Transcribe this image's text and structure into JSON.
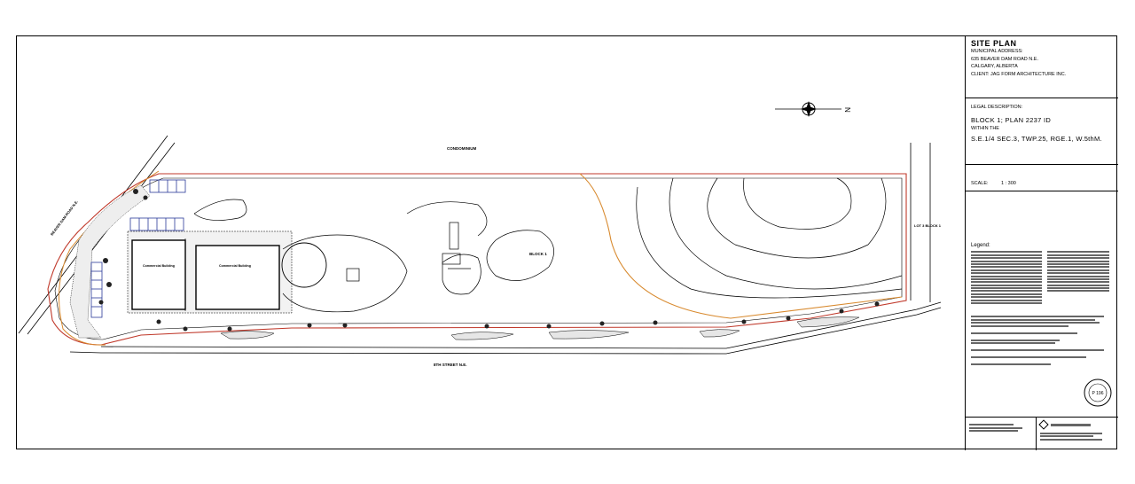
{
  "title_block": {
    "title": "SITE PLAN",
    "address_label": "MUNICIPAL ADDRESS:",
    "address_line1": "635 BEAVER DAM ROAD N.E.",
    "address_line2": "CALGARY, ALBERTA",
    "client": "CLIENT: JAG FORM ARCHITECTURE INC.",
    "legal_label": "LEGAL DESCRIPTION:",
    "legal_line1": "BLOCK 1; PLAN 2237 ID",
    "legal_line2": "WITHIN THE",
    "legal_line3": "S.E.1/4 SEC.3, TWP.25, RGE.1, W.5thM.",
    "scale_label": "SCALE:",
    "scale_value": "1 : 300",
    "legend_label": "Legend:",
    "seal_text": "P 196"
  },
  "drawing": {
    "north_label": "N",
    "block_label": "BLOCK 1",
    "building_1_label": "Commercial Building",
    "building_2_label": "Commercial Building",
    "condominium_label": "CONDOMINIUM",
    "street_label": "8TH STREET N.E.",
    "road_label": "BEAVER DAM ROAD N.E.",
    "lot_label": "LOT 3 BLOCK 1"
  },
  "colors": {
    "linework": "#000000",
    "property_line": "#c0392b",
    "utility_line": "#d88a2f",
    "parking": "#2a3a9a"
  }
}
